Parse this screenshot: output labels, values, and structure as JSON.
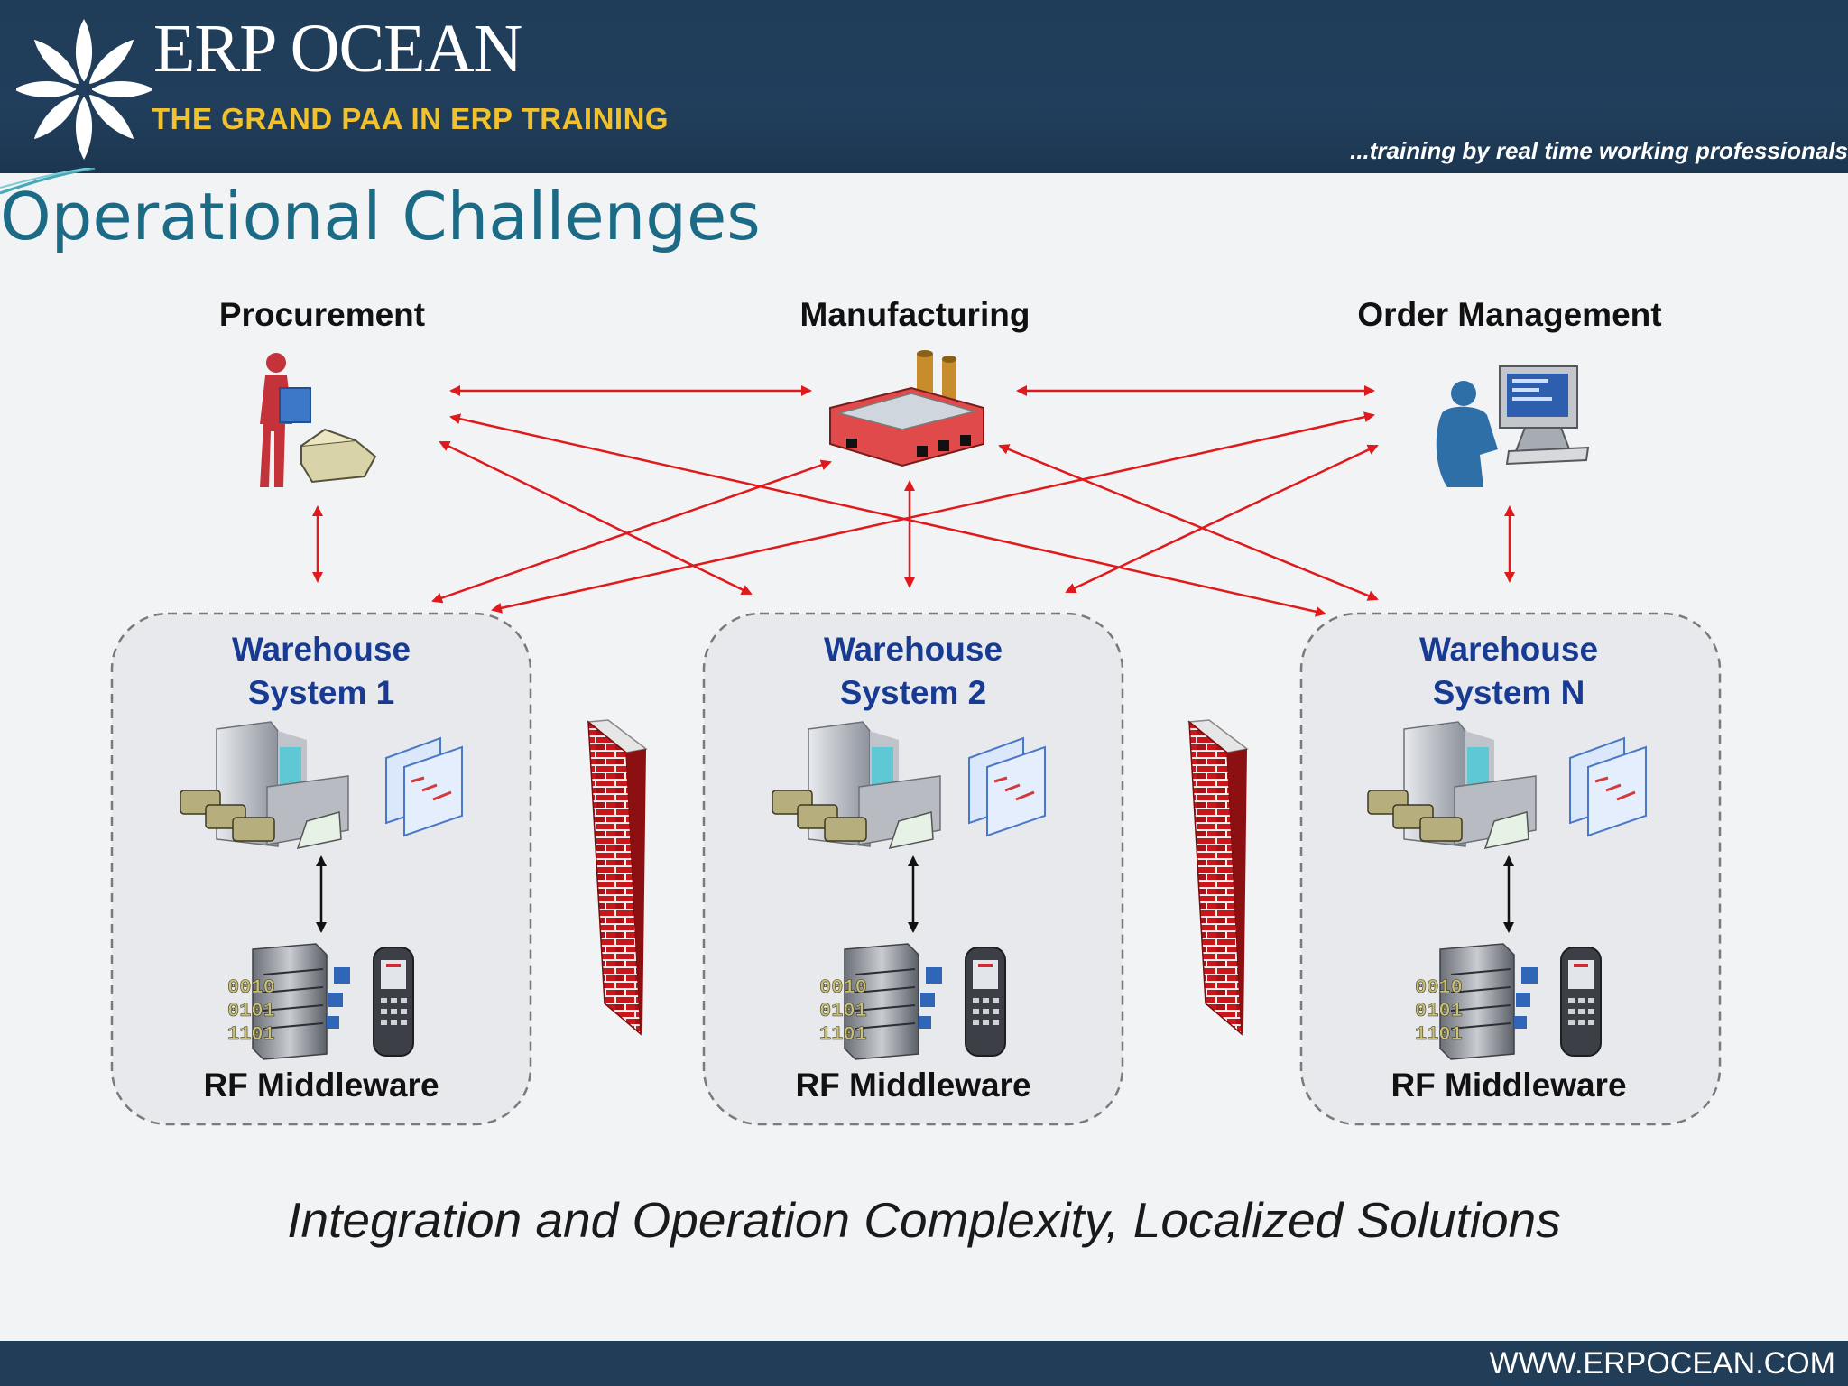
{
  "header": {
    "brand": "ERP OCEAN",
    "tagline": "THE GRAND PAA IN ERP TRAINING",
    "slogan": "...training by real time  working professionals"
  },
  "title": "Operational Challenges",
  "top_nodes": [
    {
      "label": "Procurement",
      "icon": "warehouse-worker-icon"
    },
    {
      "label": "Manufacturing",
      "icon": "factory-icon"
    },
    {
      "label": "Order Management",
      "icon": "computer-user-icon"
    }
  ],
  "warehouses": [
    {
      "title_line1": "Warehouse",
      "title_line2": "System 1",
      "middleware": "RF Middleware"
    },
    {
      "title_line1": "Warehouse",
      "title_line2": "System 2",
      "middleware": "RF Middleware"
    },
    {
      "title_line1": "Warehouse",
      "title_line2": "System N",
      "middleware": "RF Middleware"
    }
  ],
  "server_binary": [
    "0010",
    "0101",
    "1101"
  ],
  "caption": "Integration and Operation Complexity, Localized Solutions",
  "footer": {
    "url": "WWW.ERPOCEAN.COM"
  },
  "colors": {
    "header": "#213f5c",
    "tagline": "#f2c12e",
    "title": "#1b6a86",
    "arrows": "#e0191c",
    "warehouse_title": "#173a92"
  }
}
